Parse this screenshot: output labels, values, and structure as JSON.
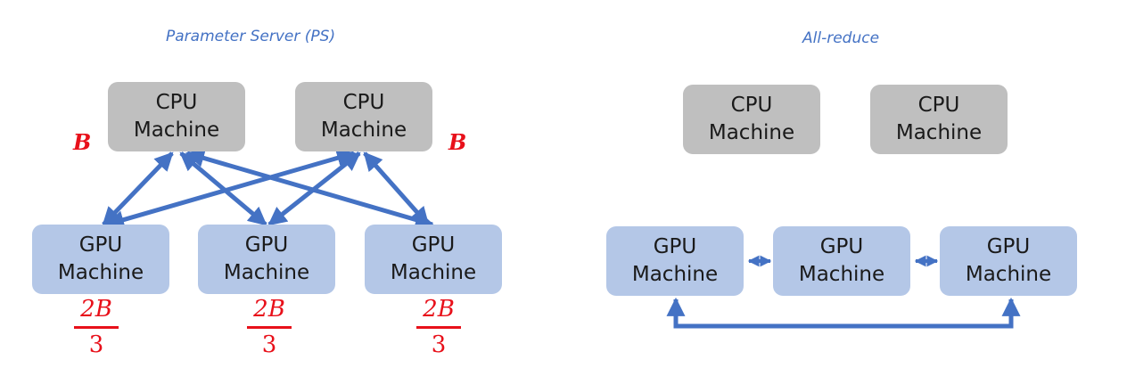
{
  "ps": {
    "title": "Parameter Server (PS)",
    "cpu_machines": [
      {
        "line1": "CPU",
        "line2": "Machine",
        "bandwidth": "B"
      },
      {
        "line1": "CPU",
        "line2": "Machine",
        "bandwidth": "B"
      }
    ],
    "gpu_machines": [
      {
        "line1": "GPU",
        "line2": "Machine",
        "bw_num": "2B",
        "bw_den": "3"
      },
      {
        "line1": "GPU",
        "line2": "Machine",
        "bw_num": "2B",
        "bw_den": "3"
      },
      {
        "line1": "GPU",
        "line2": "Machine",
        "bw_num": "2B",
        "bw_den": "3"
      }
    ]
  },
  "allreduce": {
    "title": "All-reduce",
    "cpu_machines": [
      {
        "line1": "CPU",
        "line2": "Machine"
      },
      {
        "line1": "CPU",
        "line2": "Machine"
      }
    ],
    "gpu_machines": [
      {
        "line1": "GPU",
        "line2": "Machine"
      },
      {
        "line1": "GPU",
        "line2": "Machine"
      },
      {
        "line1": "GPU",
        "line2": "Machine"
      }
    ]
  },
  "colors": {
    "cpu_fill": "#bfbfbf",
    "gpu_fill": "#b4c7e7",
    "arrow": "#4472c4",
    "title": "#4472c4",
    "bandwidth": "#e8101a"
  }
}
